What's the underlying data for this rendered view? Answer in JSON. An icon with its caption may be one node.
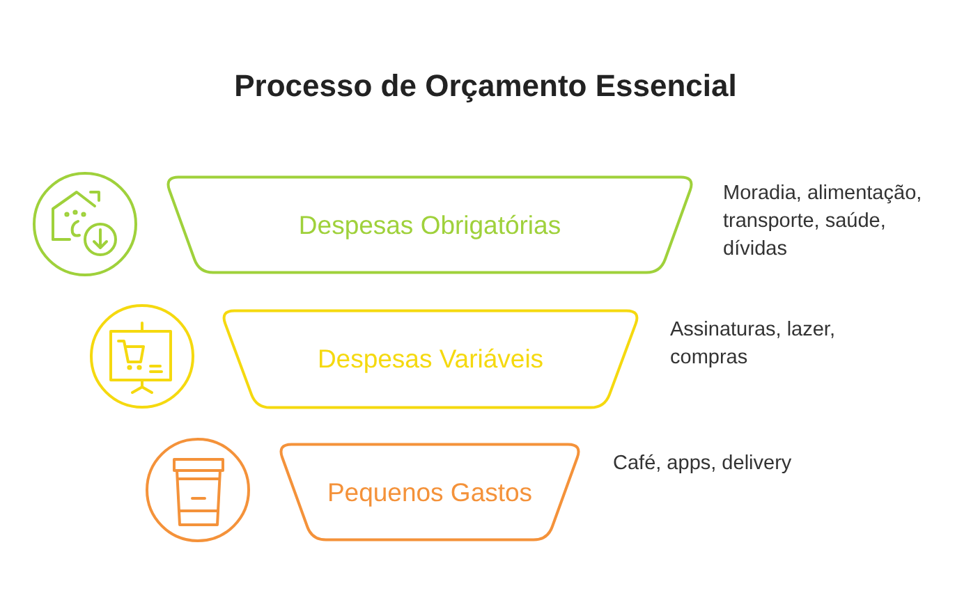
{
  "diagram": {
    "title": "Processo de Orçamento Essencial",
    "nodes": [
      {
        "text": [
          "Despesas Obrigatórias"
        ],
        "beside": [
          "Moradia, alimentação, transporte, saúde, dívidas"
        ]
      },
      {
        "text": [
          "Despesas Variáveis"
        ],
        "beside": [
          "Assinaturas, lazer, compras"
        ]
      },
      {
        "text": [
          "Pequenos Gastos"
        ],
        "beside": [
          "Café, apps, delivery"
        ]
      }
    ]
  }
}
